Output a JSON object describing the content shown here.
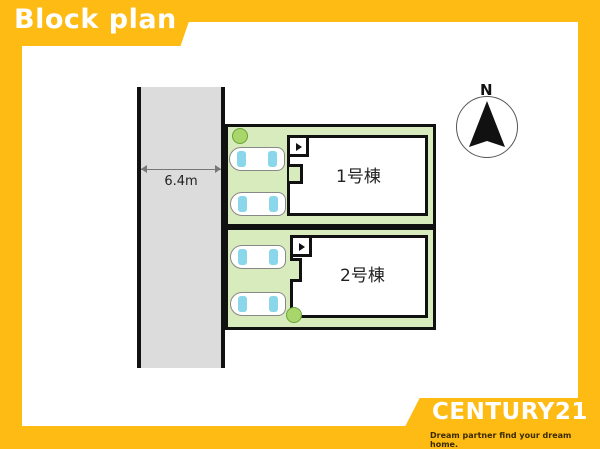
{
  "title": "Block plan",
  "road": {
    "width_label": "6.4m"
  },
  "lots": [
    {
      "label": "1号棟"
    },
    {
      "label": "2号棟"
    }
  ],
  "compass": {
    "north_label": "N"
  },
  "brand": {
    "name": "CENTURY21",
    "tagline": "Dream partner find your dream home."
  },
  "colors": {
    "frame": "#fdbb14",
    "lot_green": "#d7ebbc",
    "road_gray": "#dcdcdc",
    "car_glass": "#8ad6ea"
  }
}
